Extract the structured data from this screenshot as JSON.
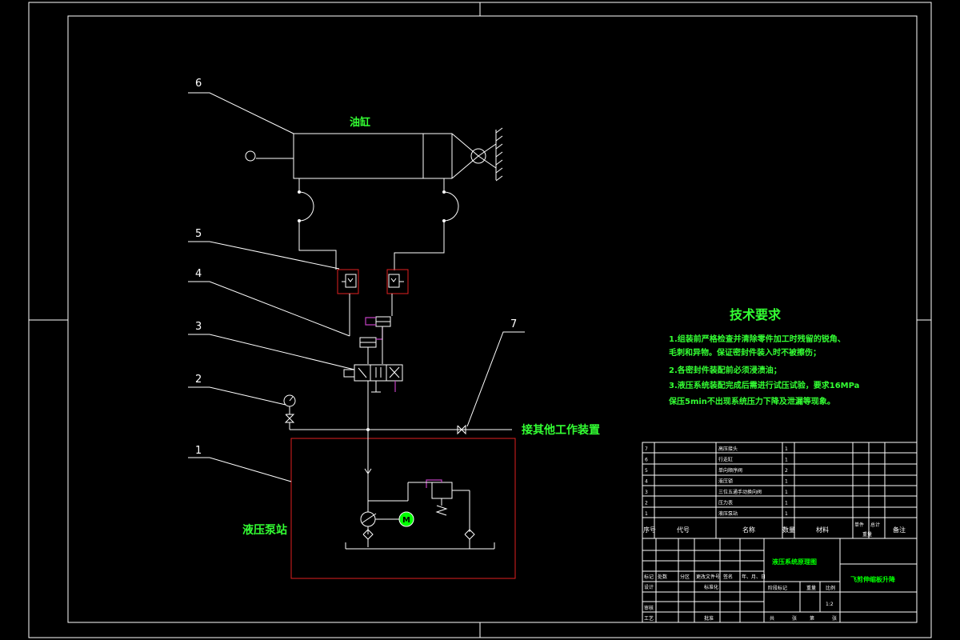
{
  "labels": {
    "cylinder": "油缸",
    "pump_station": "液压泵站",
    "to_other": "接其他工作装置",
    "motor": "M",
    "callouts": [
      "6",
      "5",
      "4",
      "3",
      "2",
      "1",
      "7"
    ]
  },
  "tech": {
    "title": "技术要求",
    "lines": [
      "1.组装前严格检查并清除零件加工时残留的锐角、",
      "   毛刺和异物。保证密封件装入时不被擦伤；",
      "2.各密封件装配前必须浸渍油；",
      "3.液压系统装配完成后需进行试压试验，要求16MPa",
      "   保压5min不出现系统压力下降及泄漏等现象。"
    ]
  },
  "bom": {
    "rows": [
      {
        "no": "7",
        "name": "高压接头",
        "qty": "1"
      },
      {
        "no": "6",
        "name": "行走缸",
        "qty": "1"
      },
      {
        "no": "5",
        "name": "单向顺序阀",
        "qty": "2"
      },
      {
        "no": "4",
        "name": "液压锁",
        "qty": "1"
      },
      {
        "no": "3",
        "name": "三位五通手动换向阀",
        "qty": "1"
      },
      {
        "no": "2",
        "name": "压力表",
        "qty": "1"
      },
      {
        "no": "1",
        "name": "液压泵站",
        "qty": "1"
      }
    ],
    "header": {
      "no": "序号",
      "code": "代号",
      "name": "名称",
      "qty": "数量",
      "material": "材料",
      "single": "单件",
      "total": "总计",
      "weight": "重量",
      "remark": "备注"
    }
  },
  "titleblock": {
    "drawing_name": "液压系统原理图",
    "product": "飞剪伸缩板升降",
    "marks": [
      "标记",
      "处数",
      "分区",
      "更改文件号",
      "签名",
      "年、月、日"
    ],
    "roles": [
      "设计",
      "标准化",
      "审核",
      "工艺",
      "批准"
    ],
    "stage": "阶段标记",
    "weight": "重量",
    "scale": "比例",
    "scale_value": "1:2",
    "sheets": [
      "共",
      "张",
      "第",
      "张"
    ]
  }
}
